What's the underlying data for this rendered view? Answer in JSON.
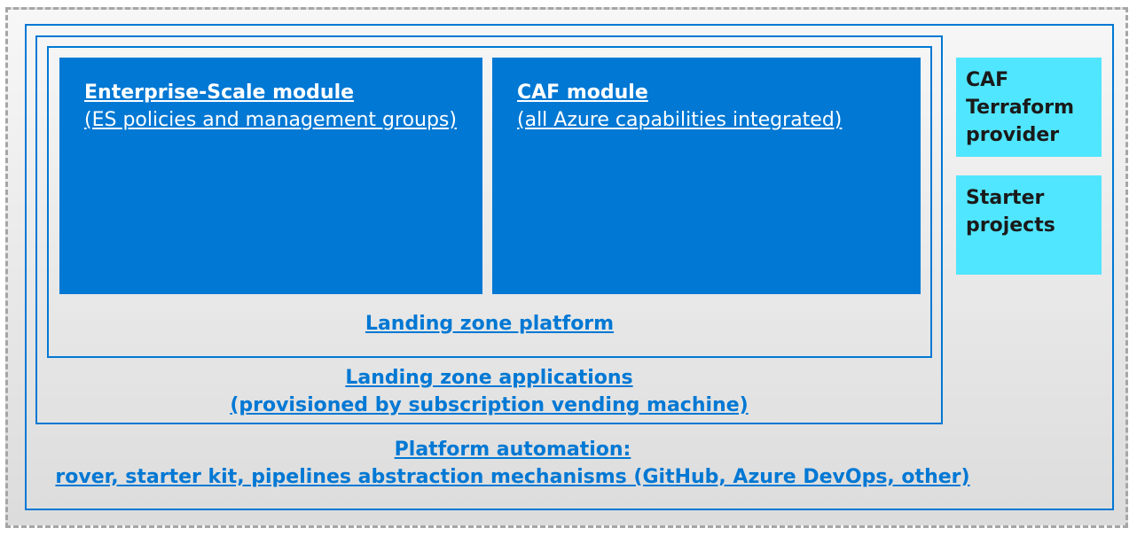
{
  "diagram": {
    "modules": {
      "enterprise_scale": {
        "title": "Enterprise-Scale module",
        "subtitle": "(ES policies and management groups)"
      },
      "caf": {
        "title": "CAF module",
        "subtitle": "(all Azure capabilities integrated)"
      }
    },
    "landing_zone_platform": "Landing zone platform",
    "landing_zone_applications": {
      "line1": "Landing zone applications",
      "line2": "(provisioned by subscription vending machine)"
    },
    "platform_automation": {
      "line1": "Platform automation:",
      "line2": "rover, starter kit, pipelines abstraction mechanisms (GitHub, Azure DevOps, other)"
    },
    "side_boxes": {
      "terraform_provider": "CAF Terraform provider",
      "starter_projects": "Starter projects"
    },
    "colors": {
      "primary_blue": "#0078d4",
      "cyan": "#50e6ff",
      "dashed_border": "#a6a6a6"
    }
  }
}
